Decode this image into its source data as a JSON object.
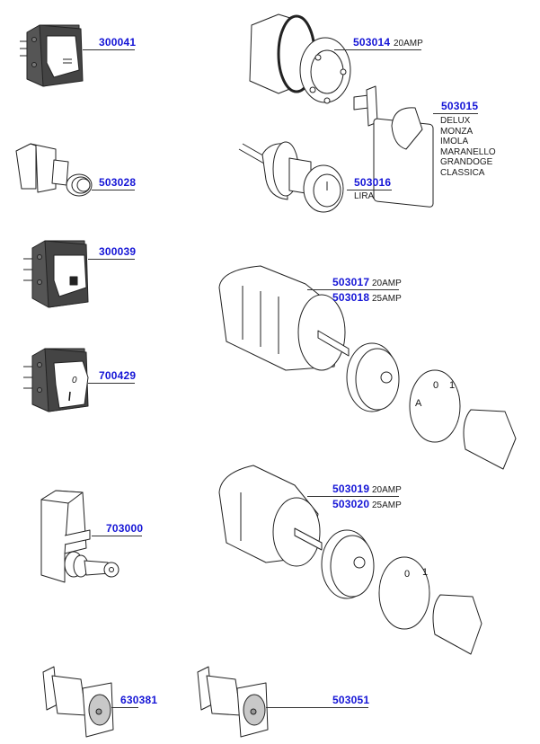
{
  "diagram": {
    "type": "exploded parts diagram",
    "accent_color": "#1515d6",
    "parts": [
      {
        "id": "300041",
        "label": "300041",
        "note": "",
        "depicts": "rocker-switch-dark-frame"
      },
      {
        "id": "503028",
        "label": "503028",
        "note": "",
        "depicts": "push-button-switch"
      },
      {
        "id": "300039",
        "label": "300039",
        "note": "",
        "depicts": "rocker-switch-square-mark"
      },
      {
        "id": "700429",
        "label": "700429",
        "note": "",
        "depicts": "rocker-switch-0-1",
        "symbols": [
          "0",
          "I"
        ]
      },
      {
        "id": "703000",
        "label": "703000",
        "note": "",
        "depicts": "toggle-lever-switch"
      },
      {
        "id": "630381",
        "label": "630381",
        "note": "",
        "depicts": "rotary-knob-switch"
      },
      {
        "id": "503051",
        "label": "503051",
        "note": "",
        "depicts": "rotary-knob-switch"
      },
      {
        "id": "503014",
        "label": "503014",
        "note": "20AMP",
        "depicts": "rotary-cam-switch"
      },
      {
        "id": "503015",
        "label": "503015",
        "note": "",
        "depicts": "square-knob-plate",
        "models": [
          "DELUX",
          "MONZA",
          "IMOLA",
          "MARANELLO",
          "GRANDOGE",
          "CLASSICA"
        ]
      },
      {
        "id": "503016",
        "label": "503016",
        "note": "LIRA",
        "depicts": "knurled-knob-switch"
      },
      {
        "id": "503017",
        "label": "503017",
        "note": "20AMP",
        "depicts": "4-pole-cam-switch"
      },
      {
        "id": "503018",
        "label": "503018",
        "note": "25AMP",
        "depicts": "4-pole-cam-switch"
      },
      {
        "id": "503019",
        "label": "503019",
        "note": "20AMP",
        "depicts": "2-pole-cam-switch"
      },
      {
        "id": "503020",
        "label": "503020",
        "note": "25AMP",
        "depicts": "2-pole-cam-switch"
      }
    ],
    "dial_plates": [
      {
        "marks": [
          "A",
          "0",
          "1"
        ]
      },
      {
        "marks": [
          "0",
          "1"
        ]
      }
    ]
  }
}
